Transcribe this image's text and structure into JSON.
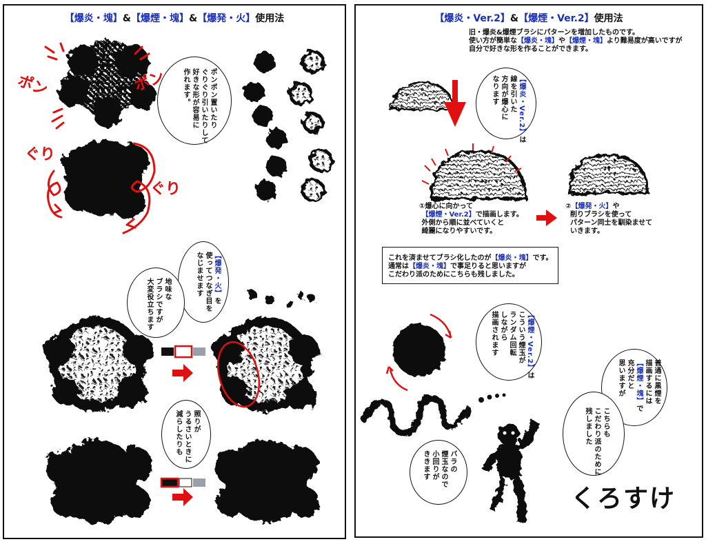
{
  "left_page": {
    "title_parts": [
      "【爆炎・塊】",
      "&",
      "【爆煙・塊】",
      "&",
      "【爆発・火】",
      "使用法"
    ],
    "sfx": {
      "pon_left": "ポン",
      "pon_right": "ポン",
      "guri_left": "ぐり",
      "guri_right": "ぐり"
    },
    "bubble1": {
      "lines": [
        "ポンポン置いたり",
        "ぐりぐり引いたりして",
        "好きな形が容易に",
        "作れます。"
      ]
    },
    "bubble2": {
      "highlight": "【爆発・火】",
      "lines": [
        "を",
        "使ってつなぎ目を",
        "なじませます"
      ]
    },
    "bubble3": {
      "lines": [
        "地味な",
        "ブラシですが",
        "大変役立ちます"
      ]
    },
    "bubble4": {
      "lines": [
        "照りが",
        "うるさいときに",
        "減らしたりも"
      ]
    },
    "swatch_colors": {
      "black": "#111111",
      "white": "#ffffff",
      "pattern": "#9aa0aa",
      "selected_border": "#e01010"
    }
  },
  "right_page": {
    "title_parts": [
      "【爆炎・Ver.2】",
      "&",
      "【爆煙・Ver.2】",
      "使用法"
    ],
    "intro": {
      "line1": "旧・爆炎&爆煙ブラシにパターンを増加したものです。",
      "line2_pre": "使い方が簡単な",
      "line2_h1": "【爆炎・塊】",
      "line2_mid": "や",
      "line2_h2": "【爆煙・塊】",
      "line2_post": "より難易度が高いですが",
      "line3": "自分で好きな形を作ることができます。"
    },
    "bubble1": {
      "highlight": "【爆炎・Ver.2】",
      "lines": [
        "は",
        "線を引いた",
        "方向が爆心に",
        "なります"
      ]
    },
    "step1": {
      "line1": "①爆心に向かって",
      "line2_h": "【爆煙・Ver.2】",
      "line2_post": "で描画します。",
      "line3": "外側から順に並べていくと",
      "line4": "綺麗になりやすいです。"
    },
    "step2": {
      "line1_pre": "②",
      "line1_h": "【爆発・火】",
      "line1_post": "や",
      "line2": "削りブラシを使って",
      "line3": "パターン同士を馴染ませて",
      "line4": "いきます。"
    },
    "box": {
      "line1_pre": "これを済ませてブラシ化したのが",
      "line1_h": "【爆炎・塊】",
      "line1_post": "です。",
      "line2_pre": "通常は",
      "line2_h": "【爆炎・塊】",
      "line2_post": "で事足りると思いますが",
      "line3": "こだわり派のためにこちらも残しました。"
    },
    "bubble2": {
      "highlight": "【爆煙・Ver.2】",
      "lines": [
        "は",
        "こういう煙玉が",
        "ランダム回転",
        "しながら",
        "描画されます"
      ]
    },
    "bubble3": {
      "lines": [
        "普通に黒煙を",
        "描画するには"
      ],
      "highlight": "【爆煙・塊】",
      "lines2": [
        "で",
        "充分だと",
        "思いますが"
      ]
    },
    "bubble4": {
      "lines": [
        "こちらも",
        "こだわり派のために",
        "残しました"
      ]
    },
    "bubble5": {
      "lines": [
        "バラの",
        "煙玉なので",
        "小回りが",
        "ききます"
      ]
    },
    "signature": "くろすけ"
  },
  "colors": {
    "accent_red": "#e01010",
    "highlight_blue": "#1a2fb8",
    "ink": "#111111"
  }
}
